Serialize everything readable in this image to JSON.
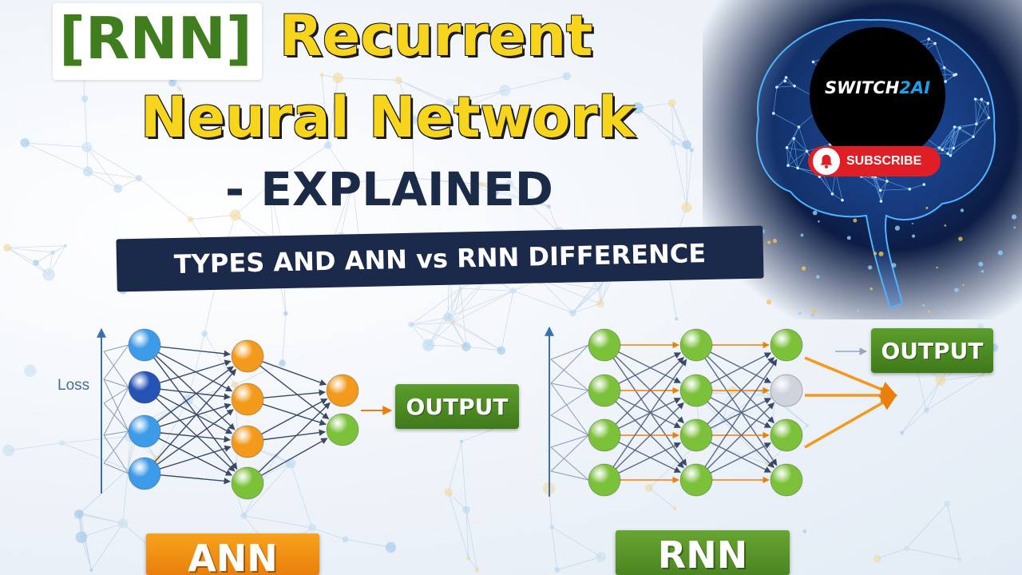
{
  "title": {
    "bracket_text": "[RNN]",
    "line1": "Recurrent",
    "line2": "Neural Network",
    "line3": "- EXPLAINED"
  },
  "subtitle": "TYPES AND ANN vs RNN DIFFERENCE",
  "logo": {
    "text_main": "SWITCH",
    "text_accent": "2AI",
    "icon": "bell-icon",
    "subscribe_label": "SUBSCRIBE"
  },
  "ann_diagram": {
    "axis_label": "Loss",
    "output_label": "OUTPUT",
    "name_label": "ANN"
  },
  "rnn_diagram": {
    "output_label": "OUTPUT",
    "name_label": "RNN"
  },
  "colors": {
    "title_yellow": "#f7d51d",
    "title_green": "#3f7d1f",
    "navy": "#1b2a4a",
    "node_blue": "#2f8fe0",
    "node_orange": "#f39a1c",
    "node_green": "#7cc13a",
    "subscribe_red": "#e01e26"
  }
}
